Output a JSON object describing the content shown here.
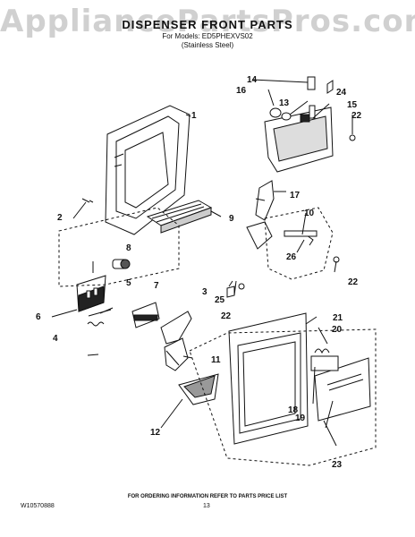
{
  "watermark": "AppliancePartsPros.com",
  "header": {
    "title": "DISPENSER FRONT PARTS",
    "models": "For Models: ED5PHEXVS02",
    "finish": "(Stainless Steel)"
  },
  "callouts": [
    "1",
    "2",
    "3",
    "4",
    "5",
    "6",
    "7",
    "8",
    "9",
    "10",
    "11",
    "12",
    "13",
    "14",
    "15",
    "16",
    "17",
    "18",
    "19",
    "20",
    "21",
    "22",
    "22",
    "22",
    "23",
    "24",
    "25",
    "26"
  ],
  "footer": {
    "ordering_info": "FOR ORDERING INFORMATION REFER TO PARTS PRICE LIST",
    "doc_number": "W10570888",
    "page_number": "13"
  }
}
